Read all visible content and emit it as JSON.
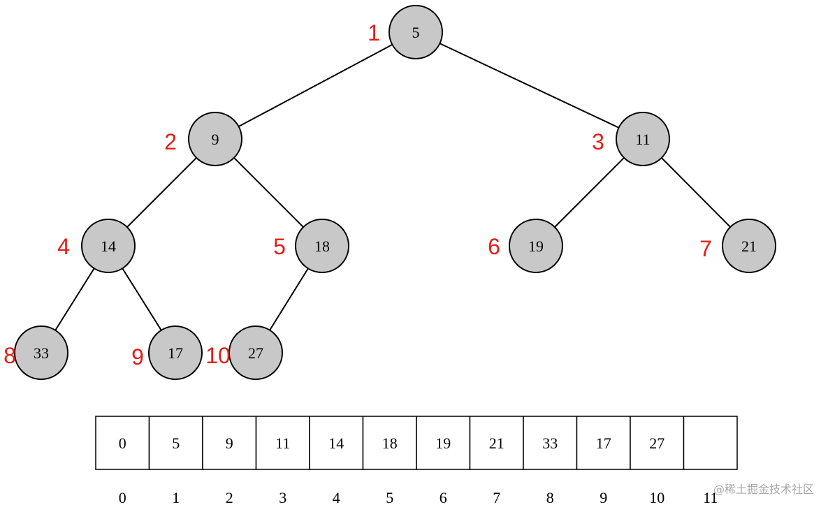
{
  "heap": {
    "nodes": [
      {
        "value": "5",
        "label": "1"
      },
      {
        "value": "9",
        "label": "2"
      },
      {
        "value": "11",
        "label": "3"
      },
      {
        "value": "14",
        "label": "4"
      },
      {
        "value": "18",
        "label": "5"
      },
      {
        "value": "19",
        "label": "6"
      },
      {
        "value": "21",
        "label": "7"
      },
      {
        "value": "33",
        "label": "8"
      },
      {
        "value": "17",
        "label": "9"
      },
      {
        "value": "27",
        "label": "10"
      }
    ]
  },
  "array": {
    "cells": [
      "0",
      "5",
      "9",
      "11",
      "14",
      "18",
      "19",
      "21",
      "33",
      "17",
      "27",
      ""
    ],
    "indices": [
      "0",
      "1",
      "2",
      "3",
      "4",
      "5",
      "6",
      "7",
      "8",
      "9",
      "10",
      "11"
    ]
  },
  "watermark": "@稀土掘金技术社区",
  "colors": {
    "node_fill": "#c8c8c8",
    "label": "#e0201a"
  }
}
